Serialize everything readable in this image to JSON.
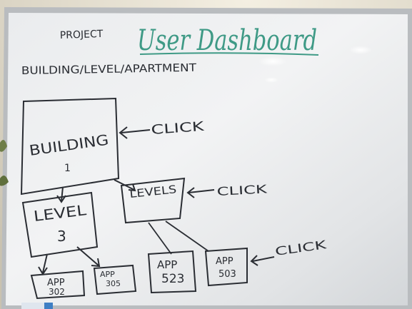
{
  "whiteboard": {
    "header": {
      "project_label": "PROJECT",
      "title": "User Dashboard",
      "subtitle": "BUILDING/LEVEL/APARTMENT"
    },
    "building_box": {
      "line1": "BUILDING",
      "line2": "1"
    },
    "level_box": {
      "line1": "LEVEL",
      "line2": "3"
    },
    "levels_box": {
      "label": "LEVELS"
    },
    "apartments": [
      {
        "line1": "APP",
        "line2": "302"
      },
      {
        "line1": "APP",
        "line2": "305"
      },
      {
        "line1": "APP",
        "line2": "523"
      },
      {
        "line1": "APP",
        "line2": "503"
      }
    ],
    "click_notes": [
      "CLICK",
      "CLICK",
      "CLICK"
    ],
    "ink_colors": {
      "black_marker": "#2a2d33",
      "green_marker": "#3f9a86"
    }
  }
}
